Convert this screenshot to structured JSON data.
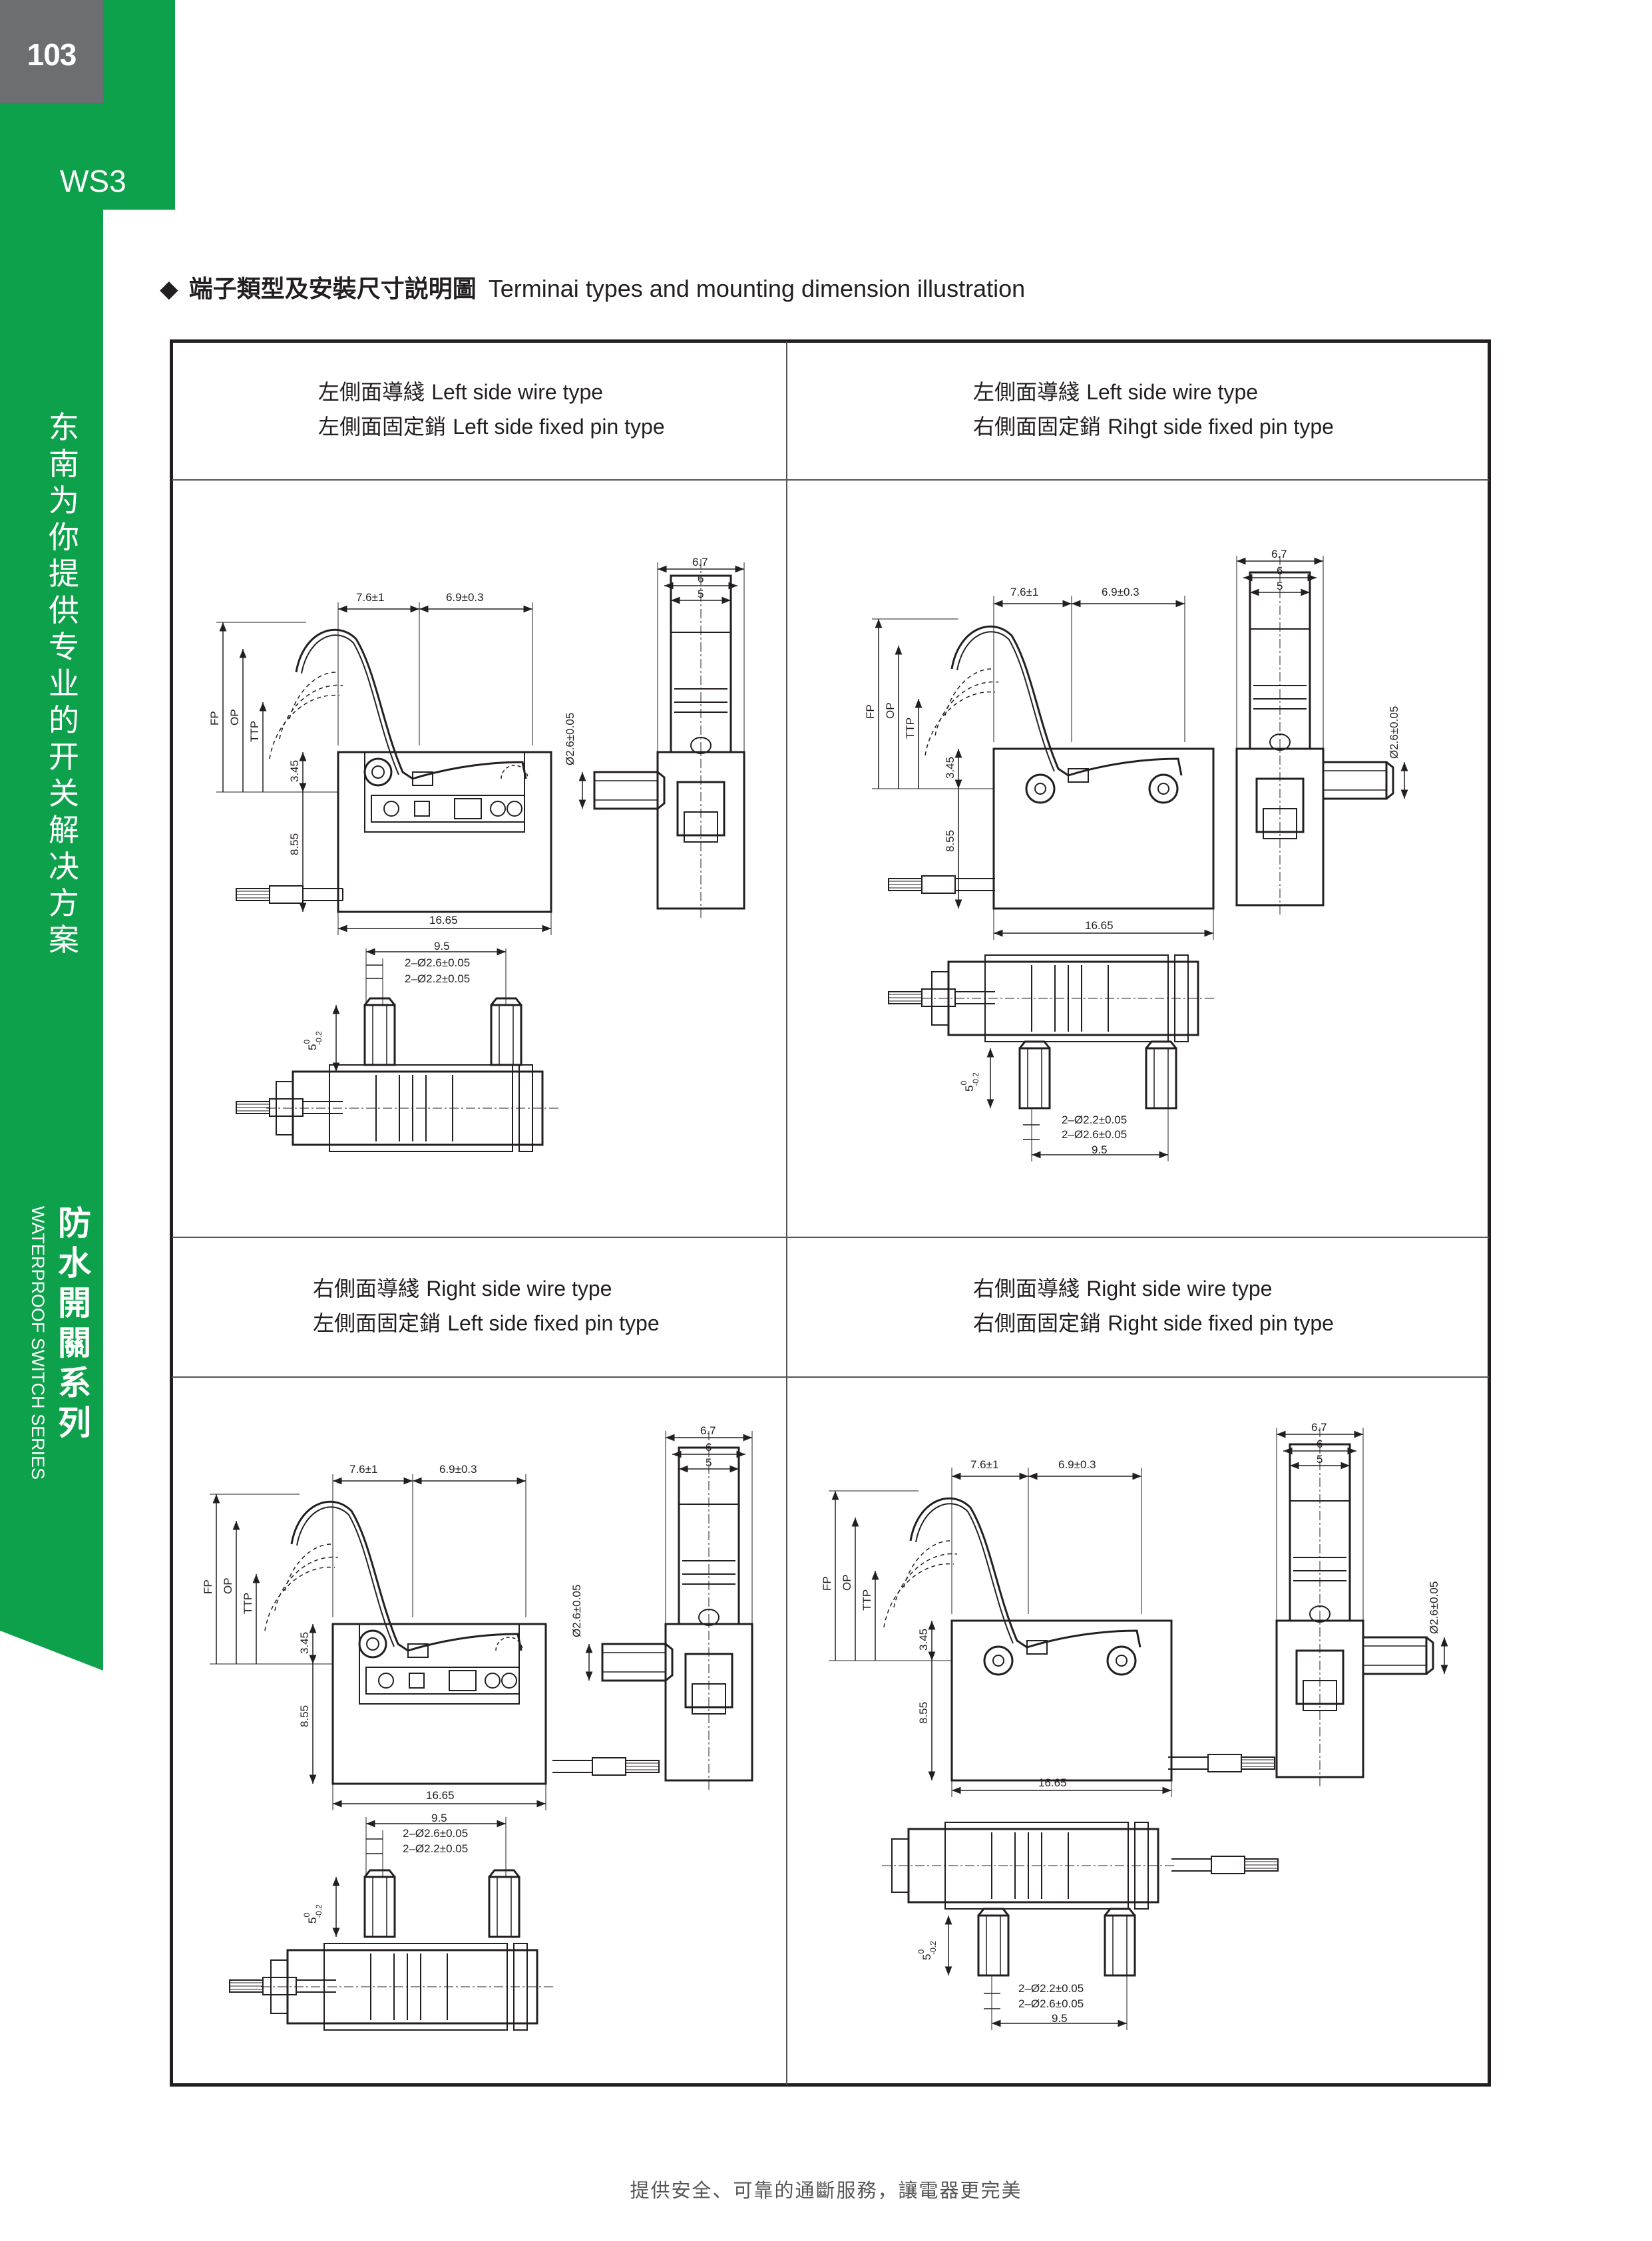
{
  "page_number": "103",
  "series_code": "WS3",
  "slogan_chars": [
    "东",
    "南",
    "为",
    "你",
    "提",
    "供",
    "专",
    "业",
    "的",
    "开",
    "关",
    "解",
    "决",
    "方",
    "案"
  ],
  "series_name_cn_chars": [
    "防",
    "水",
    "開",
    "關",
    "系",
    "列"
  ],
  "series_name_en": "WATERPROOF SWITCH SERIES",
  "section": {
    "marker": "◆",
    "title_cn": "端子類型及安裝尺寸説明圖",
    "title_en": "Terminai types and mounting dimension illustration"
  },
  "colors": {
    "brand_green": "#0ea14b",
    "page_box_grey": "#6d6e71",
    "ink": "#231f20"
  },
  "panels": [
    {
      "wire_cn": "左側面導綫",
      "wire_en": "Left side  wire type",
      "pin_cn": "左側面固定銷",
      "pin_en": "Left side fixed pin type"
    },
    {
      "wire_cn": "左側面導綫",
      "wire_en": "Left side  wire type",
      "pin_cn": "右側面固定銷",
      "pin_en": "Rihgt side fixed pin type"
    },
    {
      "wire_cn": "右側面導綫",
      "wire_en": "Right side  wire type",
      "pin_cn": "左側面固定銷",
      "pin_en": "Left side fixed pin type"
    },
    {
      "wire_cn": "右側面導綫",
      "wire_en": "Right side  wire type",
      "pin_cn": "右側面固定銷",
      "pin_en": "Right side fixed pin type"
    }
  ],
  "dims": {
    "d76": "7.6±1",
    "d69": "6.9±0.3",
    "d67": "6.7",
    "d6": "6",
    "d5": "5",
    "fp": "FP",
    "op": "OP",
    "ttp": "TTP",
    "d345": "3.45",
    "d855": "8.55",
    "d1665": "16.65",
    "dia": "Ø2.6±0.05",
    "d95": "9.5",
    "pin26": "2–Ø2.6±0.05",
    "pin22": "2–Ø2.2±0.05",
    "d50": "5",
    "d0": "0",
    "dm02": "-0.2"
  },
  "footer": "提供安全、可靠的通斷服務，讓電器更完美"
}
